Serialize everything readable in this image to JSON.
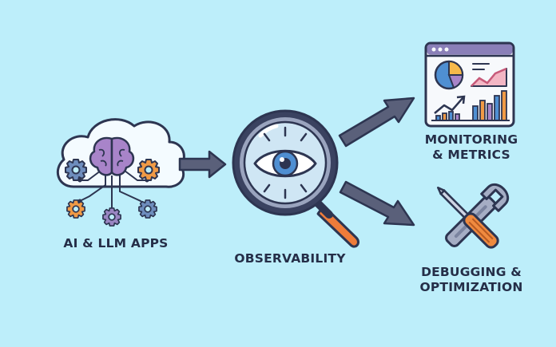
{
  "labels": {
    "ai_apps": "AI & LLM APPS",
    "observability": "OBSERVABILITY",
    "monitoring_line1": "MONITORING",
    "monitoring_line2": "& METRICS",
    "debugging_line1": "DEBUGGING &",
    "debugging_line2": "OPTIMIZATION"
  },
  "colors": {
    "background": "#bdeefa",
    "outline": "#2d3551",
    "arrow": "#5a607a",
    "brain": "#a884c9",
    "gear_orange": "#f09a45",
    "gear_blue": "#6e8dbd",
    "gear_purple": "#9a86c2",
    "lens": "#cfe6f4",
    "iris": "#4f8fd2",
    "handle": "#ee7c3a",
    "wrench": "#a5adc4",
    "screwdriver_handle": "#ef8a3f"
  },
  "icons": [
    "cloud-brain-icon",
    "gear-icon",
    "magnifier-eye-icon",
    "dashboard-icon",
    "wrench-screwdriver-icon",
    "arrow-icon"
  ]
}
